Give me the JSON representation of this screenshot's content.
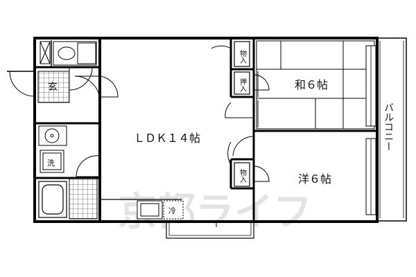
{
  "rooms": {
    "entrance": "玄",
    "ldk": "ＬＤＫ１４帖",
    "washitsu": "和６帖",
    "youshitsu": "洋６帖",
    "balcony": "バルコニー",
    "storage_1": "物入",
    "storage_2": "押入",
    "storage_3": "物入",
    "laundry": "洗",
    "fridge": "冷"
  },
  "watermark": "京都ライフ"
}
